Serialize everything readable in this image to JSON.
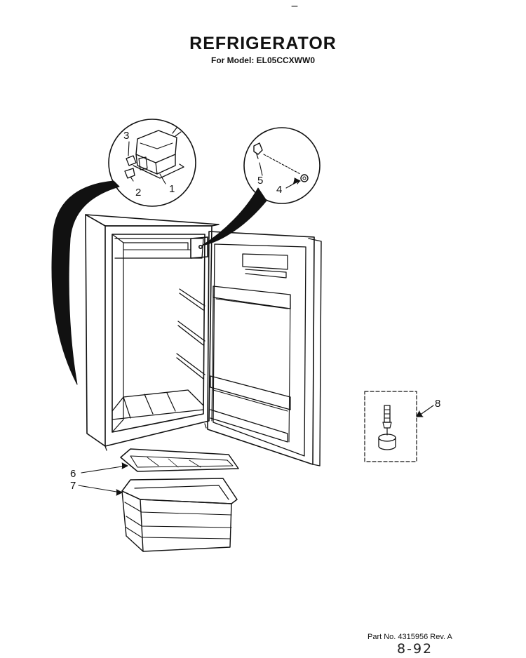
{
  "header": {
    "title": "REFRIGERATOR",
    "subtitle": "For Model: EL05CCXWW0"
  },
  "footer": {
    "part_number": "Part No. 4315956  Rev. A",
    "handwritten_date": "8-92"
  },
  "callouts": [
    {
      "id": "1",
      "label": "1"
    },
    {
      "id": "2",
      "label": "2"
    },
    {
      "id": "3",
      "label": "3"
    },
    {
      "id": "4",
      "label": "4"
    },
    {
      "id": "5",
      "label": "5"
    },
    {
      "id": "6",
      "label": "6"
    },
    {
      "id": "7",
      "label": "7"
    },
    {
      "id": "8",
      "label": "8"
    }
  ]
}
